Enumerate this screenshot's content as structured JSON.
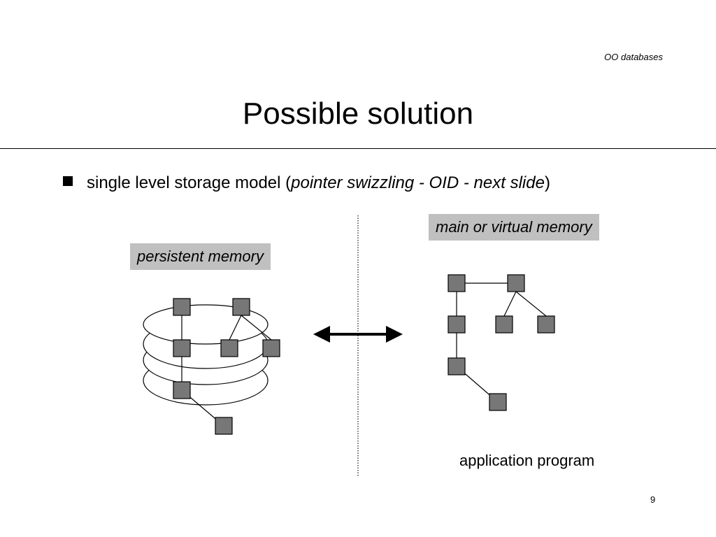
{
  "header": {
    "section_label": "OO databases"
  },
  "slide": {
    "title": "Possible solution",
    "bullet": {
      "lead": "single level storage model (",
      "emphasis": "pointer swizzling - OID - next slide",
      "tail": ")"
    },
    "diagram": {
      "persistent_label": "persistent memory",
      "main_label": "main or virtual memory",
      "app_label": "application program",
      "node_color": "#777777",
      "label_bg_color": "#c0c0c0"
    },
    "page_number": "9"
  }
}
